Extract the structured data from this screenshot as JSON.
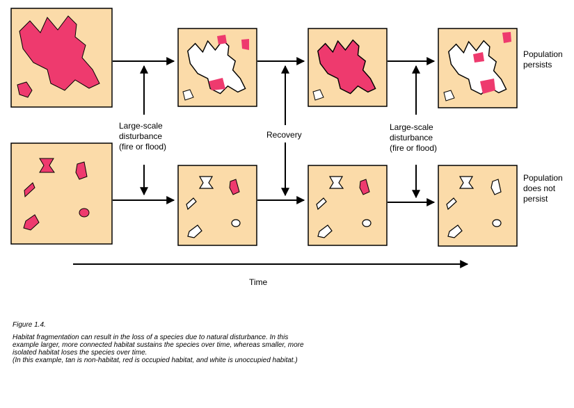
{
  "colors": {
    "non_habitat": "#FBDBA9",
    "occupied": "#EE3A6E",
    "unoccupied": "#FFFFFF",
    "outline": "#000000"
  },
  "labels": {
    "disturbance_left": [
      "Large-scale",
      "disturbance",
      "(fire or flood)"
    ],
    "recovery": "Recovery",
    "disturbance_right": [
      "Large-scale",
      "disturbance",
      "(fire or flood)"
    ],
    "outcome_top": [
      "Population",
      "persists"
    ],
    "outcome_bottom": [
      "Population",
      "does not",
      "persist"
    ],
    "time_axis": "Time"
  },
  "caption": {
    "title": "Figure 1.4.",
    "body": "Habitat fragmentation can result in the loss of a species due to natural disturbance.  In this example larger, more connected habitat sustains the species over time, whereas smaller, more isolated habitat loses the species over time.",
    "note": "(In this example, tan is non-habitat, red is occupied habitat, and white is unoccupied habitat.)"
  }
}
